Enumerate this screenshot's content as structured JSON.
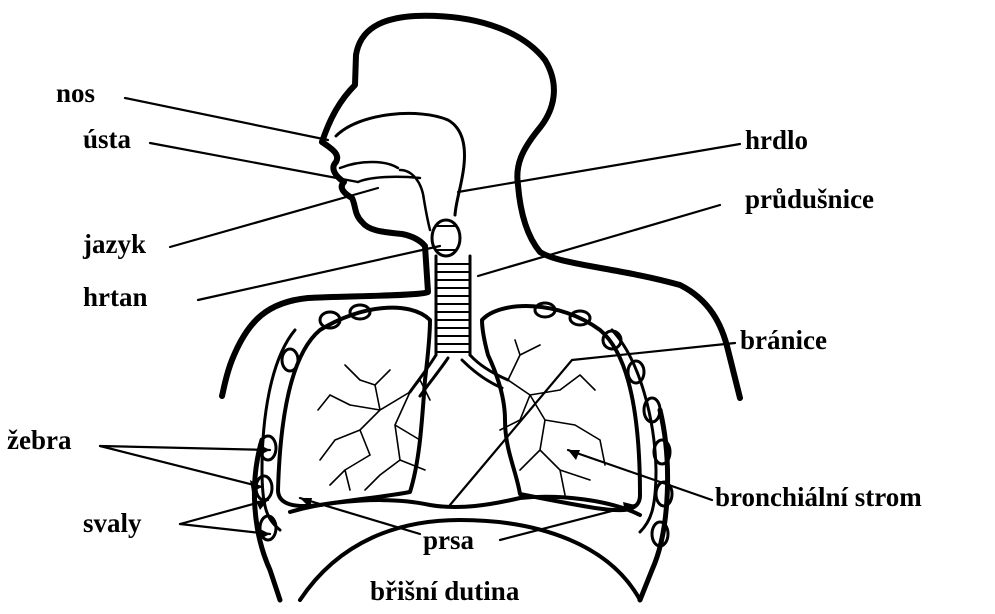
{
  "diagram": {
    "labels": {
      "nos": "nos",
      "usta": "ústa",
      "jazyk": "jazyk",
      "hrtan": "hrtan",
      "hrdlo": "hrdlo",
      "prudusnice": "průdušnice",
      "branice": "bránice",
      "zebra": "žebra",
      "svaly": "svaly",
      "prsa": "prsa",
      "bronchialni_strom": "bronchiální strom",
      "brisni_dutina": "břišní dutina"
    }
  }
}
